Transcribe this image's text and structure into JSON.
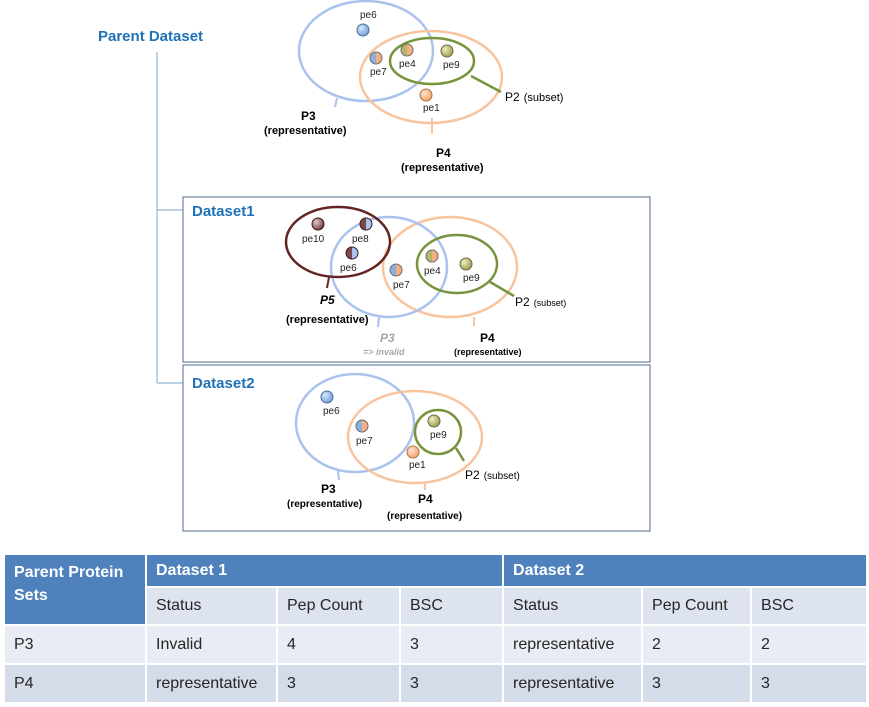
{
  "sections": {
    "parent": "Parent Dataset",
    "dataset1": "Dataset1",
    "dataset2": "Dataset2"
  },
  "peptides": {
    "pe1": "pe1",
    "pe4": "pe4",
    "pe6": "pe6",
    "pe7": "pe7",
    "pe8": "pe8",
    "pe9": "pe9",
    "pe10": "pe10"
  },
  "proteins": {
    "p2": "P2",
    "p3": "P3",
    "p4": "P4",
    "p5": "P5",
    "representative": "(representative)",
    "subset": "(subset)",
    "invalid": "=> invalid"
  },
  "colors": {
    "p3_circle": "#a9c2ee",
    "p4_circle": "#f8c49e",
    "p2_circle": "#77943c",
    "p5_circle": "#632423",
    "header": "#4f81bd",
    "section_title": "#1f72b8"
  },
  "table": {
    "corner_header": "Parent Protein Sets",
    "group_headers": [
      "Dataset 1",
      "Dataset 2"
    ],
    "sub_headers": [
      "Status",
      "Pep Count",
      "BSC",
      "Status",
      "Pep Count",
      "BSC"
    ],
    "rows": [
      {
        "name": "P3",
        "cells": [
          "Invalid",
          "4",
          "3",
          "representative",
          "2",
          "2"
        ]
      },
      {
        "name": "P4",
        "cells": [
          "representative",
          "3",
          "3",
          "representative",
          "3",
          "3"
        ]
      }
    ]
  }
}
